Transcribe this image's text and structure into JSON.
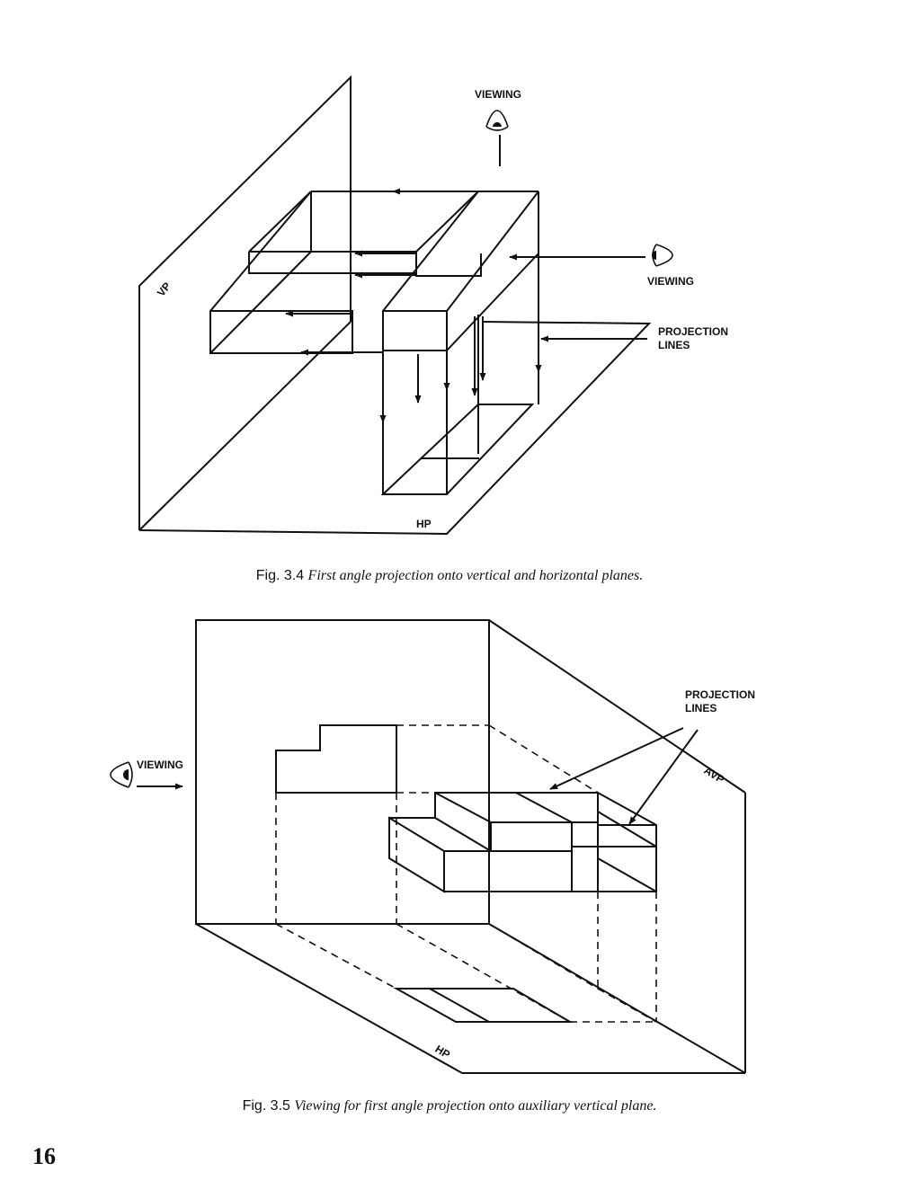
{
  "figure_3_4": {
    "label_viewing_top": "VIEWING",
    "label_viewing_side": "VIEWING",
    "label_projection_lines": "PROJECTION\nLINES",
    "label_vp": "VP",
    "label_hp": "HP",
    "caption_number": "Fig. 3.4",
    "caption_text": "First angle projection onto vertical and horizontal planes."
  },
  "figure_3_5": {
    "label_viewing": "VIEWING",
    "label_projection_lines": "PROJECTION\nLINES",
    "label_avp": "AVP",
    "label_hp": "HP",
    "caption_number": "Fig. 3.5",
    "caption_text": "Viewing for first angle projection onto auxiliary vertical plane."
  },
  "page_number": "16"
}
